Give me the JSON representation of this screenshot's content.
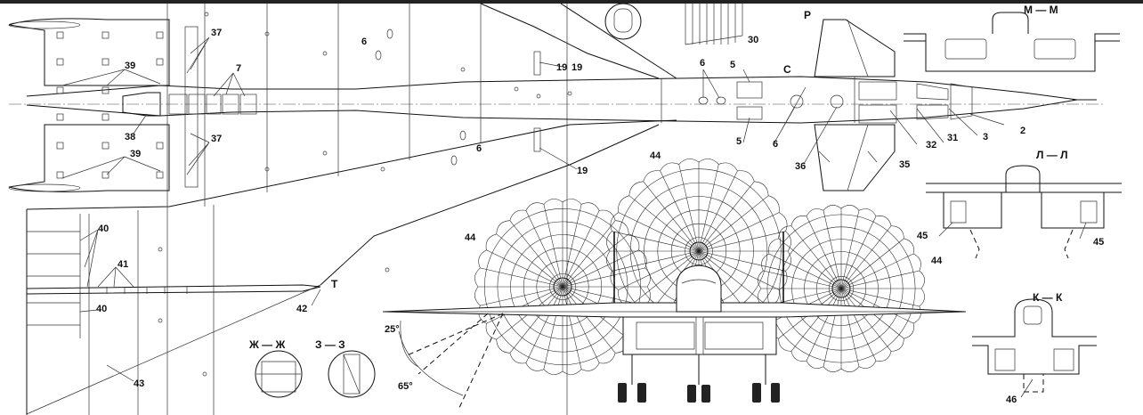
{
  "section_labels": {
    "zh_zh": "Ж — Ж",
    "z_z": "З — З",
    "m_m": "М — М",
    "l_l": "Л — Л",
    "k_k": "К — К",
    "p": "Р",
    "s": "С",
    "t": "Т"
  },
  "callouts": {
    "c2": "2",
    "c3": "3",
    "c5a": "5",
    "c5b": "5",
    "c6a": "6",
    "c6b": "6",
    "c6c": "6",
    "c6d": "6",
    "c7": "7",
    "c19a": "19",
    "c19b": "19",
    "c19c": "19",
    "c30": "30",
    "c31": "31",
    "c32": "32",
    "c35": "35",
    "c36": "36",
    "c37a": "37",
    "c37b": "37",
    "c38": "38",
    "c39a": "39",
    "c39b": "39",
    "c40a": "40",
    "c40b": "40",
    "c41": "41",
    "c42": "42",
    "c43": "43",
    "c44a": "44",
    "c44b": "44",
    "c44c": "44",
    "c45a": "45",
    "c45b": "45",
    "c46": "46"
  },
  "angles": {
    "a25": "25°",
    "a65": "65°"
  }
}
